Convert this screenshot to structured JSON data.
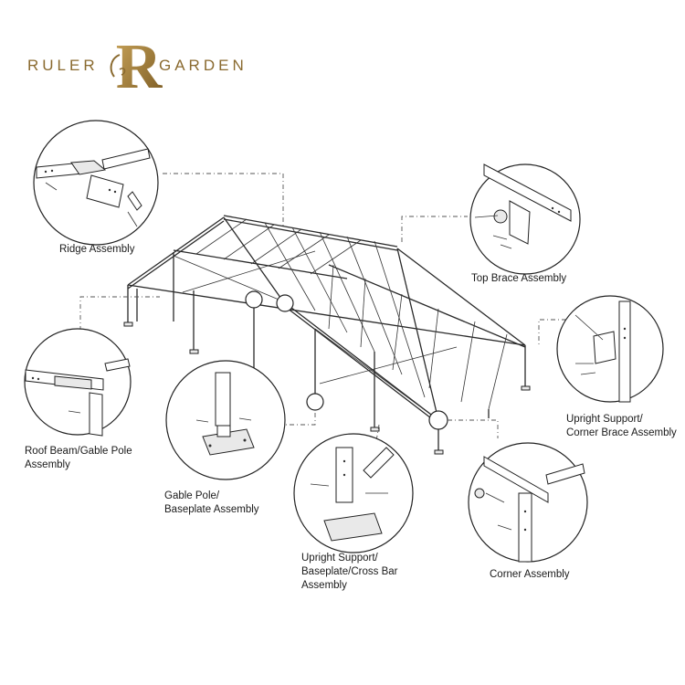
{
  "brand": {
    "left_word": "RULER",
    "right_word": "GARDEN",
    "monogram": "R",
    "color": "#8a6a2f"
  },
  "labels": {
    "ridge": "Ridge Assembly",
    "top_brace": "Top Brace Assembly",
    "roof_beam": "Roof Beam/Gable Pole\nAssembly",
    "gable_pole": "Gable Pole/\nBaseplate Assembly",
    "upright_corner": "Upright Support/\nCorner Brace Assembly",
    "upright_baseplate": "Upright Support/\nBaseplate/Cross Bar\nAssembly",
    "corner": "Corner Assembly"
  }
}
